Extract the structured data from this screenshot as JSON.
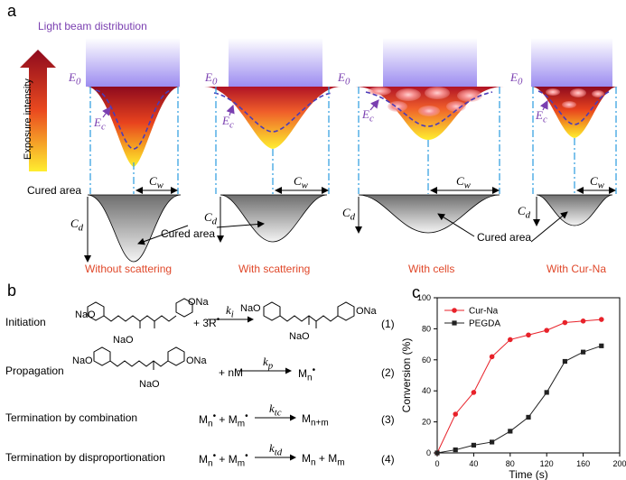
{
  "panel_a": {
    "label": "a",
    "light_beam_label": "Light beam distribution",
    "exposure_label": "Exposure intensity",
    "e0": "E",
    "e0_sub": "0",
    "ec": "E",
    "ec_sub": "c",
    "cw": "C",
    "cw_sub": "w",
    "cd": "C",
    "cd_sub": "d",
    "cured_area_label": "Cured area",
    "cured_area_callout_1": "Cured area",
    "cured_area_callout_2": "Cured area",
    "captions": [
      "Without scattering",
      "With scattering",
      "With cells",
      "With Cur-Na"
    ],
    "colors": {
      "caption": "#e0482a",
      "annotation": "#7a3fb0"
    }
  },
  "panel_b": {
    "label": "b",
    "rows": [
      {
        "name": "Initiation",
        "rate": "k",
        "rate_sub": "i",
        "number": "(1)"
      },
      {
        "name": "Propagation",
        "rate": "k",
        "rate_sub": "p",
        "number": "(2)"
      },
      {
        "name": "Termination by combination",
        "rate": "k",
        "rate_sub": "tc",
        "number": "(3)"
      },
      {
        "name": "Termination by disproportionation",
        "rate": "k",
        "rate_sub": "td",
        "number": "(4)"
      }
    ],
    "chem": {
      "ona": "ONa",
      "naO": "NaO",
      "na": "Na",
      "plus_3r": "+ 3R",
      "plus_nm": "+  nM",
      "mn": "M",
      "mm": "M",
      "sub_n": "n",
      "sub_m": "m",
      "sub_npm": "n+m",
      "plus": "+",
      "radical_dot": "•"
    }
  },
  "panel_c": {
    "label": "c",
    "chart_data": {
      "type": "line",
      "xlabel": "Time (s)",
      "ylabel": "Conversion (%)",
      "xlim": [
        0,
        200
      ],
      "ylim": [
        0,
        100
      ],
      "x_ticks": [
        0,
        40,
        80,
        120,
        160,
        200
      ],
      "y_ticks": [
        0,
        20,
        40,
        60,
        80,
        100
      ],
      "legend_position": "top-left",
      "series": [
        {
          "name": "Cur-Na",
          "color": "#e8222a",
          "marker": "circle",
          "x": [
            0,
            20,
            40,
            60,
            80,
            100,
            120,
            140,
            160,
            180
          ],
          "y": [
            0,
            25,
            39,
            62,
            73,
            76,
            79,
            84,
            85,
            86
          ]
        },
        {
          "name": "PEGDA",
          "color": "#222222",
          "marker": "square",
          "x": [
            0,
            20,
            40,
            60,
            80,
            100,
            120,
            140,
            160,
            180
          ],
          "y": [
            0,
            2,
            5,
            7,
            14,
            23,
            39,
            59,
            65,
            69
          ]
        }
      ]
    }
  }
}
